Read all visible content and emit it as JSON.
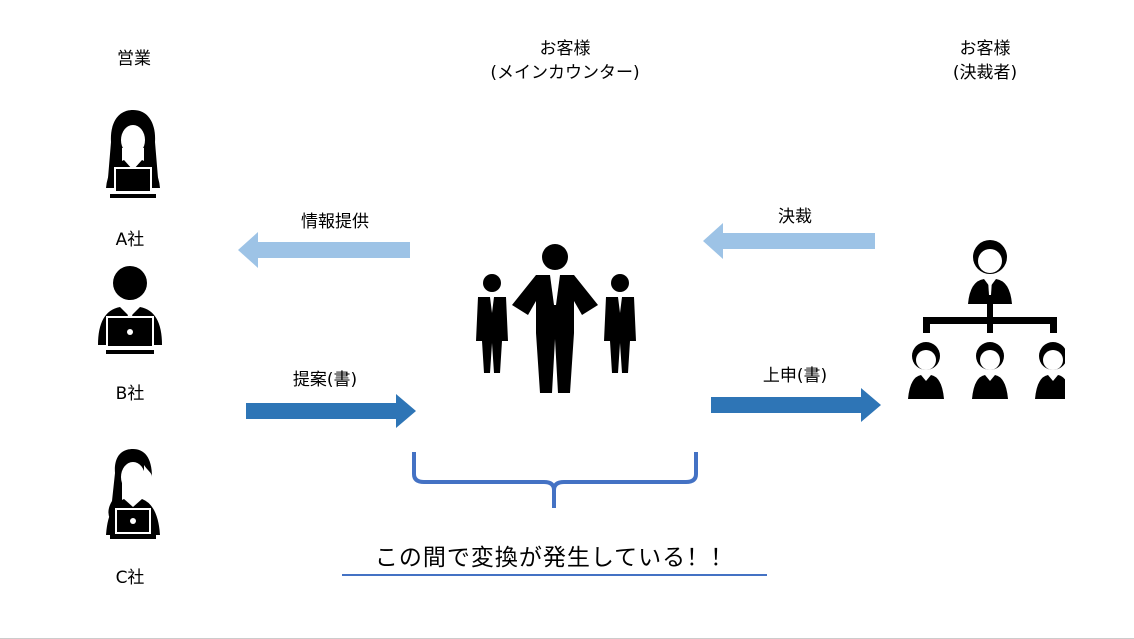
{
  "headers": {
    "sales": "営業",
    "counter_line1": "お客様",
    "counter_line2": "(メインカウンター)",
    "approver_line1": "お客様",
    "approver_line2": "(決裁者)"
  },
  "companies": [
    {
      "label": "A社"
    },
    {
      "label": "B社"
    },
    {
      "label": "C社"
    }
  ],
  "arrows": {
    "info": "情報提供",
    "proposal": "提案(書)",
    "approval": "決裁",
    "report": "上申(書)"
  },
  "headline": "この間で変換が発生している！！",
  "colors": {
    "light_arrow": "#9DC3E6",
    "dark_arrow": "#2E75B6",
    "brace": "#4472C4"
  }
}
